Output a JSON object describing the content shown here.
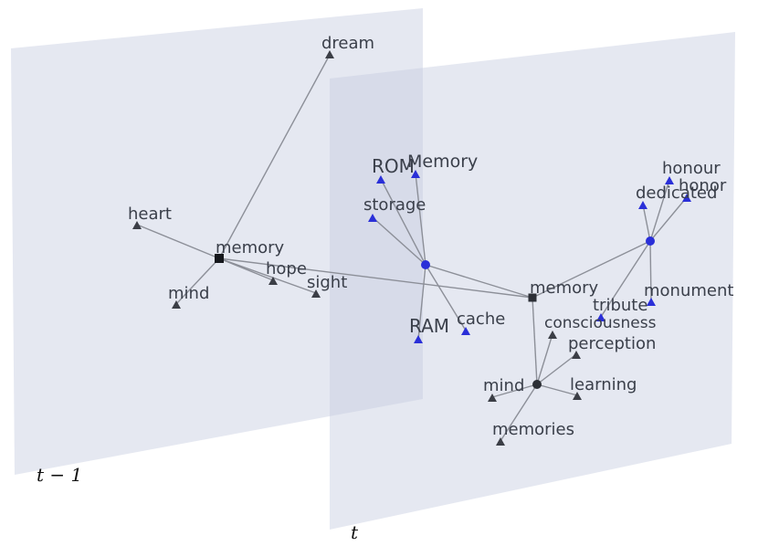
{
  "colors": {
    "plane_fill": "#c5cde0",
    "edge": "#8c8f98",
    "node_dark": "#3b3e46",
    "node_blue": "#2a2fd8"
  },
  "plane_labels": {
    "previous": "t − 1",
    "current": "t"
  },
  "words": {
    "dream": "dream",
    "heart": "heart",
    "memory_prev": "memory",
    "hope": "hope",
    "sight": "sight",
    "mind_prev": "mind",
    "rom": "ROM",
    "memory_cap": "Memory",
    "storage": "storage",
    "ram": "RAM",
    "cache": "cache",
    "memory_cur": "memory",
    "honour": "honour",
    "honor": "honor",
    "dedicated": "dedicated",
    "monument": "monument",
    "tribute": "tribute",
    "consciousness": "consciousness",
    "perception": "perception",
    "learning": "learning",
    "mind_cur": "mind",
    "memories": "memories"
  }
}
